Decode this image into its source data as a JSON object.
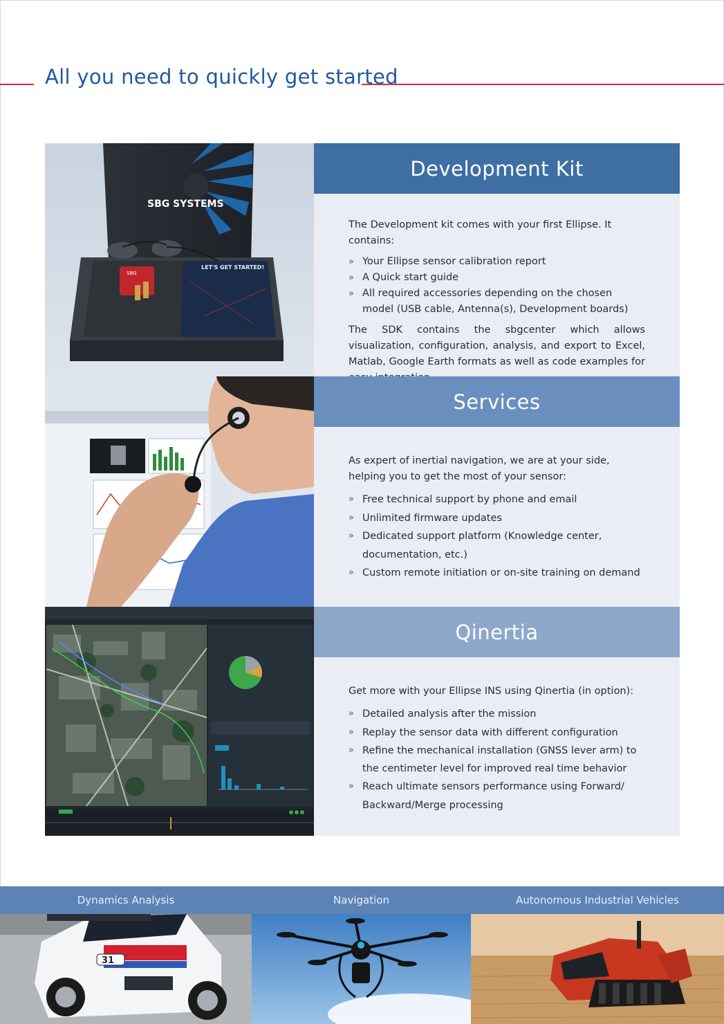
{
  "header": {
    "title": "All you need to quickly get started"
  },
  "colors": {
    "accent_red": "#c8323c",
    "title_blue": "#1e5aa0",
    "dev_kit_header": "#3e6ea4",
    "services_header": "#6a8fbe",
    "qinertia_header": "#8ea8cc",
    "panel_bg": "#eaedf3",
    "bottom_label_bg": "#5d83b5"
  },
  "sections": [
    {
      "title": "Development Kit",
      "photo": {
        "brand": "SBG SYSTEMS",
        "booklet": "LET'S GET STARTED!",
        "sensor_logo": "SBG"
      },
      "intro": "The Development kit comes with your first Ellipse. It contains:",
      "bullets": [
        "Your Ellipse sensor calibration report",
        "A Quick start guide",
        "All required accessories depending on the chosen model (USB cable, Antenna(s), Development boards)"
      ],
      "outro": "The SDK contains the sbgcenter which allows visualization, configuration, analysis, and export to Excel, Matlab, Google Earth formats as well as code examples for easy integration."
    },
    {
      "title": "Services",
      "intro": "As expert of inertial navigation, we are at your side, helping you to get the most of your sensor:",
      "bullets": [
        "Free technical support by phone and email",
        "Unlimited firmware updates",
        "Dedicated support platform (Knowledge center, documentation, etc.)",
        "Custom remote initiation or on-site training on demand"
      ]
    },
    {
      "title": "Qinertia",
      "intro": "Get more with your Ellipse INS using Qinertia (in option):",
      "bullets": [
        "Detailed analysis after the mission",
        "Replay the sensor data with different configuration",
        "Refine the mechanical installation (GNSS lever arm) to the centimeter level for improved real time behavior",
        "Reach ultimate sensors performance using Forward/ Backward/Merge processing"
      ]
    }
  ],
  "bullet_glyph": "»",
  "applications": [
    {
      "label": "Dynamics Analysis",
      "car_number": "31"
    },
    {
      "label": "Navigation"
    },
    {
      "label": "Autonomous Industrial Vehicles"
    }
  ]
}
